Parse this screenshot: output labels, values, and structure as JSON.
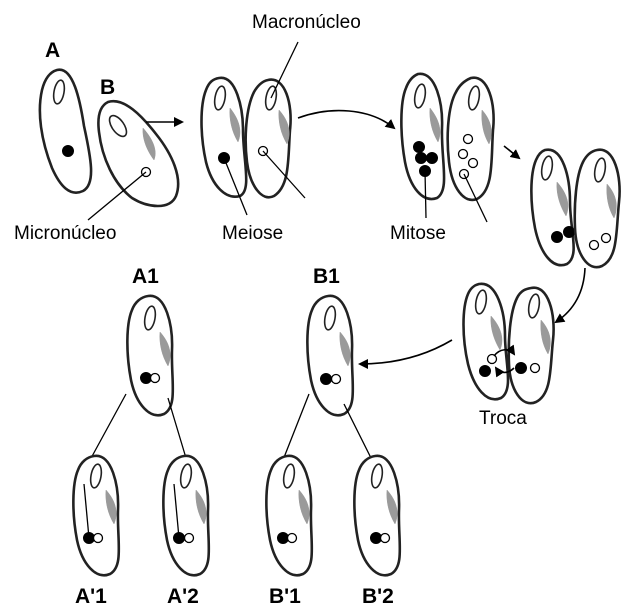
{
  "labels": {
    "a": "A",
    "b": "B",
    "macronucleo": "Macronúcleo",
    "micronucleo": "Micronúcleo",
    "meiose": "Meiose",
    "mitose": "Mitose",
    "troca": "Troca",
    "a1": "A1",
    "b1": "B1",
    "a_prime_1": "A'1",
    "a_prime_2": "A'2",
    "b_prime_1": "B'1",
    "b_prime_2": "B'2"
  }
}
